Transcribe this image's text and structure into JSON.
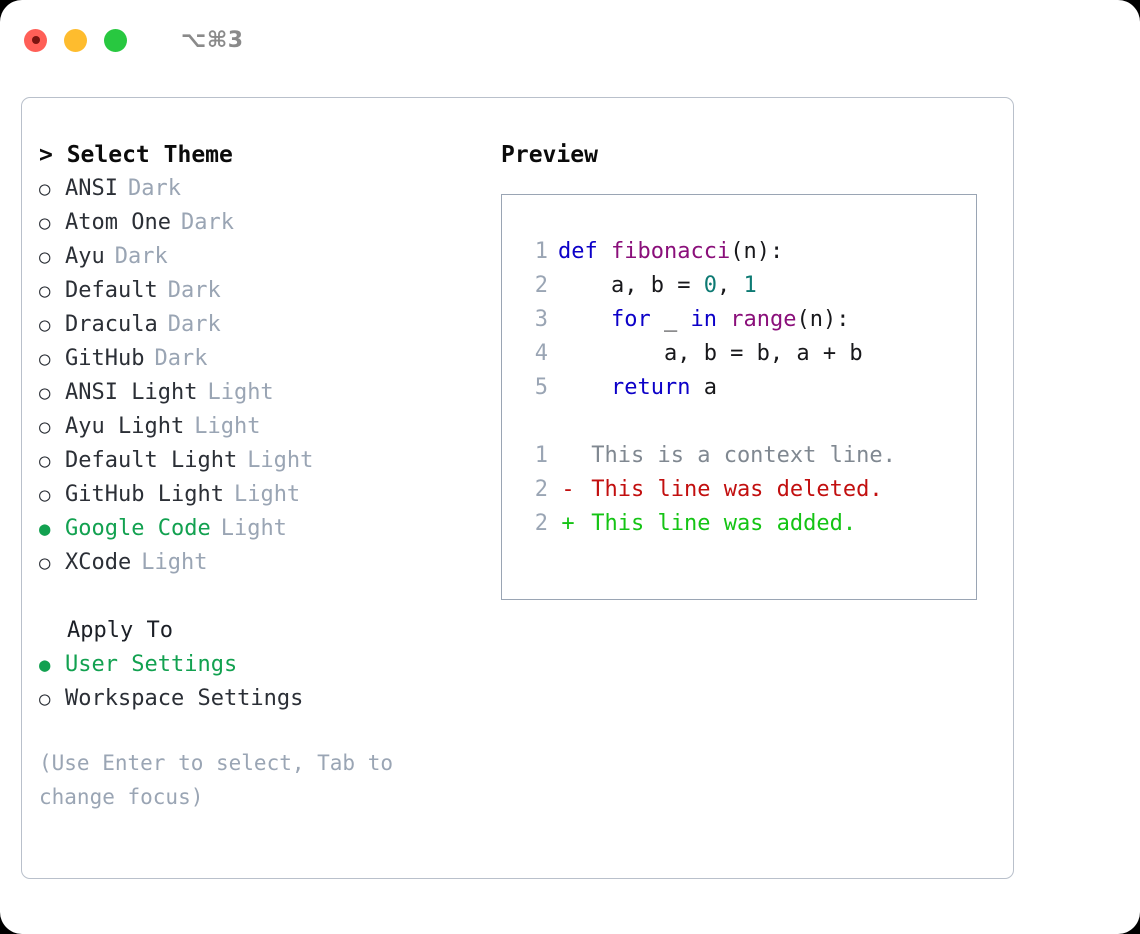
{
  "titlebar": {
    "shortcut": "⌥⌘3",
    "lights": [
      {
        "name": "close",
        "color": "#ff5f57"
      },
      {
        "name": "minimize",
        "color": "#febc2e"
      },
      {
        "name": "zoom",
        "color": "#28c840"
      }
    ]
  },
  "theme_picker": {
    "title": "> Select Theme",
    "items": [
      {
        "marker": "○",
        "label": "ANSI",
        "suffix": "Dark",
        "selected": false
      },
      {
        "marker": "○",
        "label": "Atom One",
        "suffix": "Dark",
        "selected": false
      },
      {
        "marker": "○",
        "label": "Ayu",
        "suffix": "Dark",
        "selected": false
      },
      {
        "marker": "○",
        "label": "Default",
        "suffix": "Dark",
        "selected": false
      },
      {
        "marker": "○",
        "label": "Dracula",
        "suffix": "Dark",
        "selected": false
      },
      {
        "marker": "○",
        "label": "GitHub",
        "suffix": "Dark",
        "selected": false
      },
      {
        "marker": "○",
        "label": "ANSI Light",
        "suffix": "Light",
        "selected": false
      },
      {
        "marker": "○",
        "label": "Ayu Light",
        "suffix": "Light",
        "selected": false
      },
      {
        "marker": "○",
        "label": "Default Light",
        "suffix": "Light",
        "selected": false
      },
      {
        "marker": "○",
        "label": "GitHub Light",
        "suffix": "Light",
        "selected": false
      },
      {
        "marker": "●",
        "label": "Google Code",
        "suffix": "Light",
        "selected": true
      },
      {
        "marker": "○",
        "label": "XCode",
        "suffix": "Light",
        "selected": false
      }
    ]
  },
  "apply_to": {
    "title": "Apply To",
    "items": [
      {
        "marker": "●",
        "label": "User Settings",
        "selected": true
      },
      {
        "marker": "○",
        "label": "Workspace Settings",
        "selected": false
      }
    ]
  },
  "hint": "(Use Enter to select, Tab to change focus)",
  "preview": {
    "title": "Preview",
    "code_lines": [
      {
        "num": "1",
        "tokens": [
          {
            "t": "def ",
            "c": "kw"
          },
          {
            "t": "fibonacci",
            "c": "fn"
          },
          {
            "t": "(n):",
            "c": "plain"
          }
        ]
      },
      {
        "num": "2",
        "tokens": [
          {
            "t": "    a, b = ",
            "c": "plain"
          },
          {
            "t": "0",
            "c": "num"
          },
          {
            "t": ", ",
            "c": "plain"
          },
          {
            "t": "1",
            "c": "num"
          }
        ]
      },
      {
        "num": "3",
        "tokens": [
          {
            "t": "    ",
            "c": "plain"
          },
          {
            "t": "for",
            "c": "kw"
          },
          {
            "t": " _ ",
            "c": "plain"
          },
          {
            "t": "in",
            "c": "kw"
          },
          {
            "t": " ",
            "c": "plain"
          },
          {
            "t": "range",
            "c": "fn"
          },
          {
            "t": "(n):",
            "c": "plain"
          }
        ]
      },
      {
        "num": "4",
        "tokens": [
          {
            "t": "        a, b = b, a + b",
            "c": "plain"
          }
        ]
      },
      {
        "num": "5",
        "tokens": [
          {
            "t": "    ",
            "c": "plain"
          },
          {
            "t": "return",
            "c": "kw"
          },
          {
            "t": " a",
            "c": "plain"
          }
        ]
      }
    ],
    "diff_lines": [
      {
        "num": "1",
        "sign": " ",
        "text": "This is a context line.",
        "kind": "ctx"
      },
      {
        "num": "2",
        "sign": "-",
        "text": "This line was deleted.",
        "kind": "del"
      },
      {
        "num": "2",
        "sign": "+",
        "text": "This line was added.",
        "kind": "add"
      }
    ]
  },
  "colors": {
    "accent_green": "#12a150",
    "muted": "#9aa5b4",
    "keyword": "#0c00c8",
    "function": "#8a0f7a",
    "number": "#0d7a73",
    "diff_deleted": "#c20f0f",
    "diff_added": "#15c415"
  }
}
